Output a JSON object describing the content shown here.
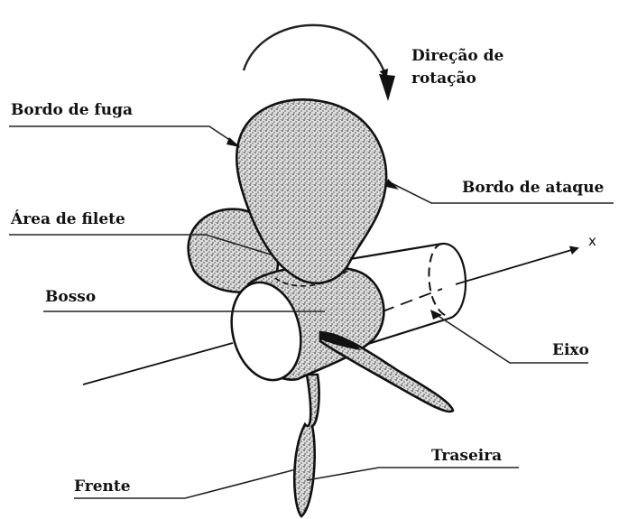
{
  "labels": {
    "rotation_line1": "Direção de",
    "rotation_line2": "rotação",
    "trailing_edge": "Bordo de fuga",
    "leading_edge": "Bordo de ataque",
    "fillet_area": "Área de filete",
    "boss": "Bosso",
    "shaft": "Eixo",
    "back": "Traseira",
    "face": "Frente",
    "axis": "x"
  },
  "colors": {
    "ink": "#111111",
    "stipple_bg": "#d9d9d9"
  }
}
